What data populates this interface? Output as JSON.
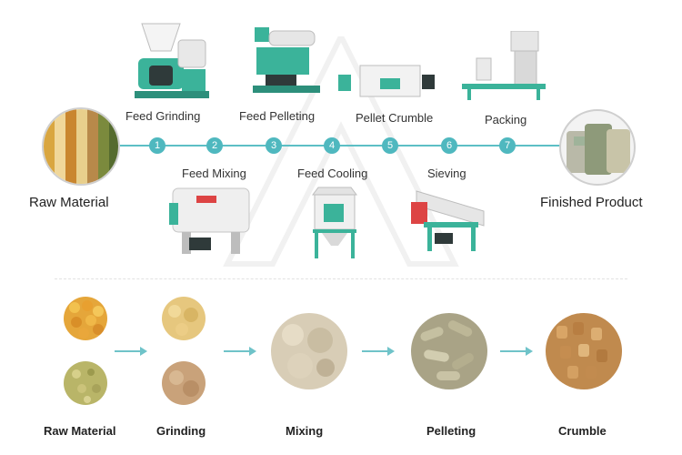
{
  "process": {
    "start_label": "Raw Material",
    "end_label": "Finished Product",
    "steps": [
      {
        "num": "1",
        "label": "Feed Grinding"
      },
      {
        "num": "2",
        "label": "Feed Mixing"
      },
      {
        "num": "3",
        "label": "Feed Pelleting"
      },
      {
        "num": "4",
        "label": "Feed Cooling"
      },
      {
        "num": "5",
        "label": "Pellet Crumble"
      },
      {
        "num": "6",
        "label": "Sieving"
      },
      {
        "num": "7",
        "label": "Packing"
      }
    ]
  },
  "products": {
    "items": [
      {
        "label": "Raw Material"
      },
      {
        "label": "Grinding"
      },
      {
        "label": "Mixing"
      },
      {
        "label": "Pelleting"
      },
      {
        "label": "Crumble"
      }
    ]
  },
  "colors": {
    "accent": "#4fb8bf",
    "machine_green": "#3bb39a"
  }
}
